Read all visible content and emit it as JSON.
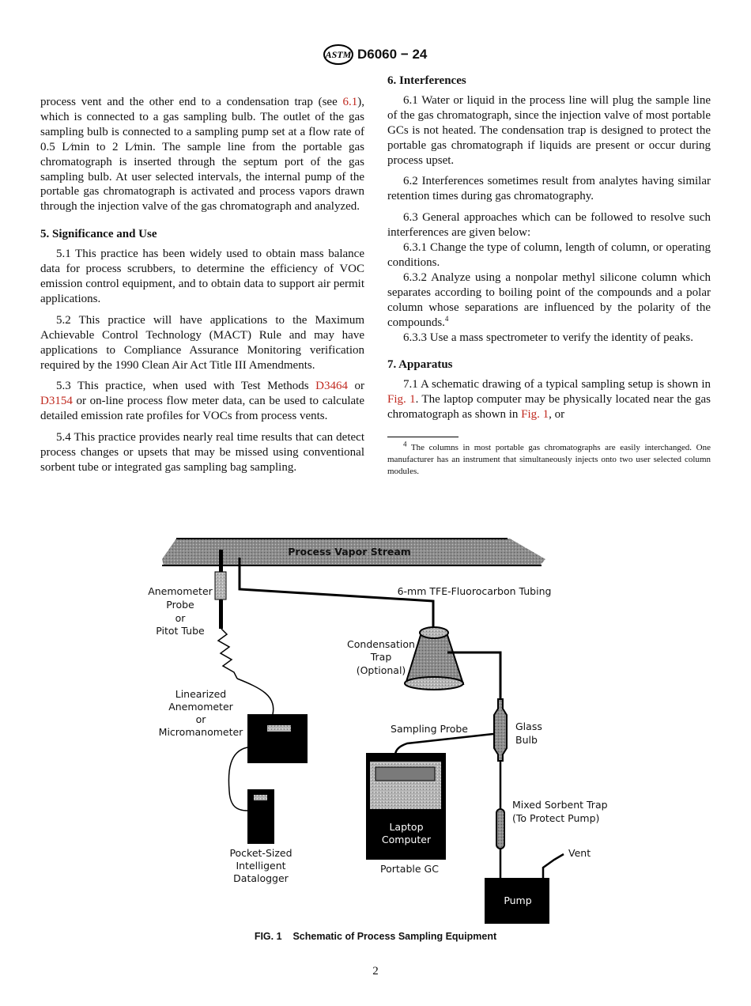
{
  "header": {
    "logo": "ASTM",
    "designation": "D6060 − 24"
  },
  "left_column": [
    {
      "type": "p",
      "first": true,
      "segments": [
        {
          "t": "process vent and the other end to a condensation trap (see "
        },
        {
          "t": "6.1",
          "link": true
        },
        {
          "t": "), which is connected to a gas sampling bulb. The outlet of the gas sampling bulb is connected to a sampling pump set at a flow rate of 0.5 L⁄min to 2 L⁄min. The sample line from the portable gas chromatograph is inserted through the septum port of the gas sampling bulb. At user selected intervals, the internal pump of the portable gas chromatograph is activated and process vapors drawn through the injection valve of the gas chromatograph and analyzed."
        }
      ]
    },
    {
      "type": "h",
      "text": "5. Significance and Use"
    },
    {
      "type": "p",
      "segments": [
        {
          "t": "5.1 This practice has been widely used to obtain mass balance data for process scrubbers, to determine the efficiency of VOC emission control equipment, and to obtain data to support air permit applications."
        }
      ]
    },
    {
      "type": "p",
      "segments": [
        {
          "t": "5.2 This practice will have applications to the Maximum Achievable Control Technology (MACT) Rule and may have applications to Compliance Assurance Monitoring verification required by the 1990 Clean Air Act Title III Amendments."
        }
      ]
    },
    {
      "type": "p",
      "segments": [
        {
          "t": "5.3 This practice, when used with Test Methods "
        },
        {
          "t": "D3464",
          "link": true
        },
        {
          "t": " or "
        },
        {
          "t": "D3154",
          "link": true
        },
        {
          "t": " or on-line process flow meter data, can be used to calculate detailed emission rate profiles for VOCs from process vents."
        }
      ]
    },
    {
      "type": "p",
      "segments": [
        {
          "t": "5.4 This practice provides nearly real time results that can detect process changes or upsets that may be missed using conventional sorbent tube or integrated gas sampling bag sampling."
        }
      ]
    }
  ],
  "right_column": [
    {
      "type": "h",
      "top": true,
      "text": "6. Interferences"
    },
    {
      "type": "p",
      "segments": [
        {
          "t": "6.1 Water or liquid in the process line will plug the sample line of the gas chromatograph, since the injection valve of most portable GCs is not heated. The condensation trap is designed to protect the portable gas chromatograph if liquids are present or occur during process upset."
        }
      ]
    },
    {
      "type": "p",
      "segments": [
        {
          "t": "6.2 Interferences sometimes result from analytes having similar retention times during gas chromatography."
        }
      ]
    },
    {
      "type": "p",
      "nogap": true,
      "segments": [
        {
          "t": "6.3 General approaches which can be followed to resolve such interferences are given below:"
        }
      ]
    },
    {
      "type": "p",
      "nogap": true,
      "segments": [
        {
          "t": "6.3.1 Change the type of column, length of column, or operating conditions."
        }
      ]
    },
    {
      "type": "p",
      "nogap": true,
      "segments": [
        {
          "t": "6.3.2 Analyze using a nonpolar methyl silicone column which separates according to boiling point of the compounds and a polar column whose separations are influenced by the polarity of the compounds."
        },
        {
          "t": "4",
          "sup": true
        }
      ]
    },
    {
      "type": "p",
      "segments": [
        {
          "t": "6.3.3 Use a mass spectrometer to verify the identity of peaks."
        }
      ]
    },
    {
      "type": "h",
      "text": "7. Apparatus"
    },
    {
      "type": "p",
      "segments": [
        {
          "t": "7.1 A schematic drawing of a typical sampling setup is shown in "
        },
        {
          "t": "Fig. 1",
          "link": true
        },
        {
          "t": ". The laptop computer may be physically located near the gas chromatograph as shown in "
        },
        {
          "t": "Fig. 1",
          "link": true
        },
        {
          "t": ", or"
        }
      ]
    }
  ],
  "footnote": {
    "mark": "4",
    "text": " The columns in most portable gas chromatographs are easily interchanged. One manufacturer has an instrument that simultaneously injects onto two user selected column modules."
  },
  "figure": {
    "labels": {
      "stream": "Process Vapor Stream",
      "tubing": "6-mm TFE-Fluorocarbon Tubing",
      "anemometer_probe": [
        "Anemometer",
        "Probe",
        "or",
        "Pitot Tube"
      ],
      "condensation_trap": [
        "Condensation",
        "Trap",
        "(Optional)"
      ],
      "linearized": [
        "Linearized",
        "Anemometer",
        "or",
        "Micromanometer"
      ],
      "sampling_probe": "Sampling Probe",
      "glass_bulb": [
        "Glass",
        "Bulb"
      ],
      "sorbent_trap": [
        "Mixed Sorbent Trap",
        "(To Protect Pump)"
      ],
      "vent": "Vent",
      "laptop": [
        "Laptop",
        "Computer"
      ],
      "portable_gc": "Portable GC",
      "datalogger": [
        "Pocket-Sized",
        "Intelligent",
        "Datalogger"
      ],
      "pump": "Pump"
    },
    "caption": "FIG. 1    Schematic of Process Sampling Equipment"
  },
  "page_number": "2",
  "colors": {
    "link": "#c0281e",
    "stream_fill": "#8a8a8a"
  }
}
